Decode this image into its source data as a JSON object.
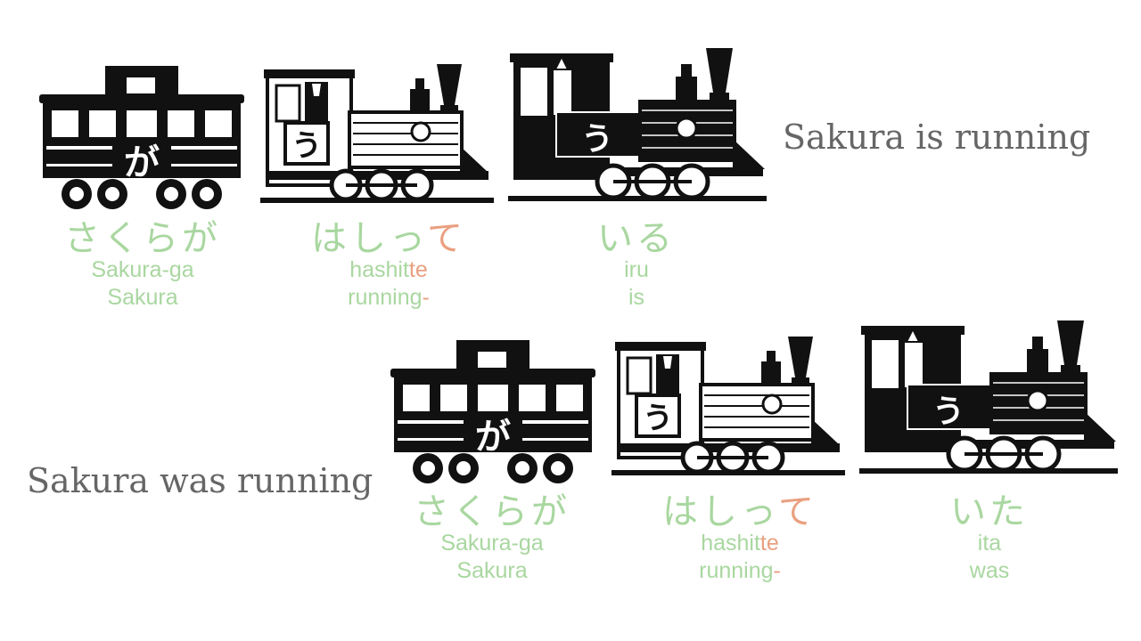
{
  "colors": {
    "label_green": "#a9d7a0",
    "highlight_orange": "#eaa080",
    "sentence_gray": "#666666",
    "train_black": "#111111"
  },
  "rows": [
    {
      "sentence": "Sakura is running",
      "cars": [
        {
          "type": "caboose",
          "glyph": "が",
          "kana": "さくらが",
          "romaji": "Sakura-ga",
          "english": "Sakura"
        },
        {
          "type": "locomotive-light",
          "glyph": "う",
          "kana_main": "はしっ",
          "kana_hl": "て",
          "romaji_main": "hashit",
          "romaji_hl": "te",
          "english_main": "running",
          "english_hl": "-"
        },
        {
          "type": "locomotive-dark",
          "glyph": "う",
          "kana": "いる",
          "romaji": "iru",
          "english": "is"
        }
      ]
    },
    {
      "sentence": "Sakura was running",
      "cars": [
        {
          "type": "caboose",
          "glyph": "が",
          "kana": "さくらが",
          "romaji": "Sakura-ga",
          "english": "Sakura"
        },
        {
          "type": "locomotive-light",
          "glyph": "う",
          "kana_main": "はしっ",
          "kana_hl": "て",
          "romaji_main": "hashit",
          "romaji_hl": "te",
          "english_main": "running",
          "english_hl": "-"
        },
        {
          "type": "locomotive-dark",
          "glyph": "う",
          "kana": "いた",
          "romaji": "ita",
          "english": "was"
        }
      ]
    }
  ]
}
